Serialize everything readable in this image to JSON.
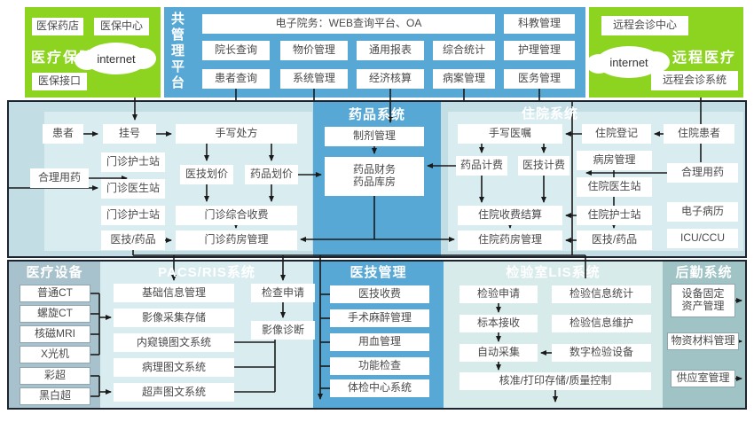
{
  "colors": {
    "green": "#8dd420",
    "blue": "#57a8d4",
    "band_bg": "#c2dde4",
    "inset_bg": "#d9edf1",
    "equipment_bg": "#a7c2cc",
    "logistics_bg": "#a0c4c6",
    "line": "#1a1a1a"
  },
  "top": {
    "insurance": {
      "title": "医疗保险",
      "pharmacy": "医保药店",
      "center": "医保中心",
      "cloud": "internet",
      "interface": "医保接口"
    },
    "platform": {
      "title": "共管理平台",
      "banner": "电子院务：WEB查询平台、OA",
      "science": "科教管理",
      "row2": [
        "院长查询",
        "物价管理",
        "通用报表",
        "综合统计",
        "护理管理"
      ],
      "row3": [
        "患者查询",
        "系统管理",
        "经济核算",
        "病案管理",
        "医务管理"
      ]
    },
    "telemedicine": {
      "title": "远程医疗",
      "center": "远程会诊中心",
      "cloud": "internet",
      "system": "远程会诊系统"
    }
  },
  "outpatient": {
    "patient": "患者",
    "register": "挂号",
    "prescription": "手写处方",
    "nurse1": "门诊护士站",
    "rational": "合理用药",
    "doctor": "门诊医生站",
    "tech_price": "医技划价",
    "drug_price": "药品划价",
    "nurse2": "门诊护士站",
    "fee": "门诊综合收费",
    "techdrug": "医技/药品",
    "pharmacy": "门诊药房管理"
  },
  "drug_system": {
    "title": "药品系统",
    "preparation": "制剂管理",
    "finance1": "药品财务",
    "finance2": "药品库房"
  },
  "inpatient": {
    "title": "住院系统",
    "orders": "手写医嘱",
    "registration": "住院登记",
    "patient": "住院患者",
    "drug_billing": "药品计费",
    "tech_billing": "医技计费",
    "ward": "病房管理",
    "rational": "合理用药",
    "doctor": "住院医生站",
    "settlement": "住院收费结算",
    "nurse": "住院护士站",
    "emr": "电子病历",
    "pharmacy": "住院药房管理",
    "techdrug": "医技/药品",
    "icu": "ICU/CCU"
  },
  "equipment": {
    "title": "医疗设备",
    "items": [
      "普通CT",
      "螺旋CT",
      "核磁MRI",
      "X光机",
      "彩超",
      "黑白超"
    ]
  },
  "pacs": {
    "title": "PACS/RIS系统",
    "items": [
      "基础信息管理",
      "影像采集存储",
      "内窥镜图文系统",
      "病理图文系统",
      "超声图文系统"
    ],
    "request": "检查申请",
    "diagnosis": "影像诊断"
  },
  "medtech": {
    "title": "医技管理",
    "items": [
      "医技收费",
      "手术麻醉管理",
      "用血管理",
      "功能检查",
      "体检中心系统"
    ]
  },
  "lis": {
    "title": "检验室LIS系统",
    "request": "检验申请",
    "sample": "标本接收",
    "auto": "自动采集",
    "stats": "检验信息统计",
    "maintain": "检验信息维护",
    "device": "数字检验设备",
    "approve": "核准/打印存储/质量控制"
  },
  "logistics": {
    "title": "后勤系统",
    "asset1": "设备固定",
    "asset2": "资产管理",
    "material": "物资材料管理",
    "supply": "供应室管理"
  }
}
